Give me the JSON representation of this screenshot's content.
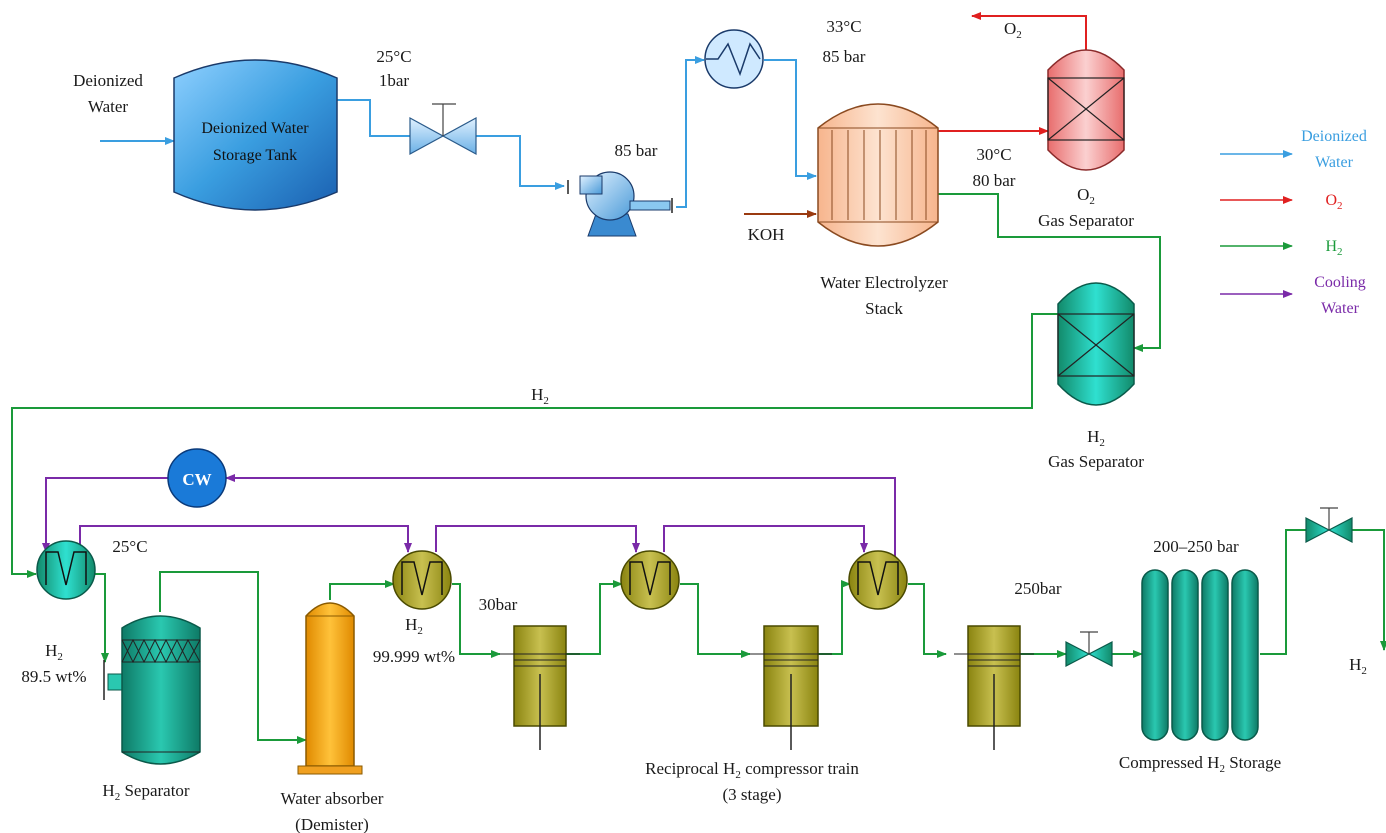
{
  "colors": {
    "water": "#3a9ee0",
    "o2": "#e02020",
    "h2": "#1a9a3a",
    "cooling": "#7a2aa8",
    "koh": "#9a3a10"
  },
  "labels": {
    "deionized_water_in_1": "Deionized",
    "deionized_water_in_2": "Water",
    "tank_1": "Deionized Water",
    "tank_2": "Storage Tank",
    "cond_tank_t": "25°C",
    "cond_tank_p": "1bar",
    "pump_p": "85 bar",
    "hx_t": "33°C",
    "hx_p": "85 bar",
    "koh": "KOH",
    "stack_1": "Water Electrolyzer",
    "stack_2": "Stack",
    "o2_out": "O",
    "o2_out_sub": "2",
    "o2sep_cond_t": "30°C",
    "o2sep_cond_p": "80 bar",
    "o2sep_1": "O",
    "o2sep_1_sub": "2",
    "o2sep_2": "Gas Separator",
    "h2sep_1": "H",
    "h2sep_1_sub": "2",
    "h2sep_2": "Gas Separator",
    "h2_line": "H",
    "h2_line_sub": "2",
    "cw": "CW",
    "cooler_t": "25°C",
    "h2_89_1": "H",
    "h2_89_1_sub": "2",
    "h2_89_2": "89.5 wt%",
    "h2_sep_a": "H",
    "h2_sep_a_sub": "2",
    "h2_sep_b": " Separator",
    "absorber_1": "Water absorber",
    "absorber_2": "(Demister)",
    "h2_99_1": "H",
    "h2_99_1_sub": "2",
    "h2_99_2": "99.999 wt%",
    "p_30": "30bar",
    "p_250": "250bar",
    "comp_1a": "Reciprocal H",
    "comp_1a_sub": "2",
    "comp_1b": " compressor train",
    "comp_2": "(3 stage)",
    "storage_p": "200–250 bar",
    "storage_a": "Compressed H",
    "storage_a_sub": "2",
    "storage_b": " Storage",
    "h2_final": "H",
    "h2_final_sub": "2"
  },
  "legend": [
    {
      "line1": "Deionized",
      "line2": "Water",
      "sub": "",
      "color_key": "water"
    },
    {
      "line1": "O",
      "line2": "",
      "sub": "2",
      "color_key": "o2"
    },
    {
      "line1": "H",
      "line2": "",
      "sub": "2",
      "color_key": "h2"
    },
    {
      "line1": "Cooling",
      "line2": "Water",
      "sub": "",
      "color_key": "cooling"
    }
  ]
}
